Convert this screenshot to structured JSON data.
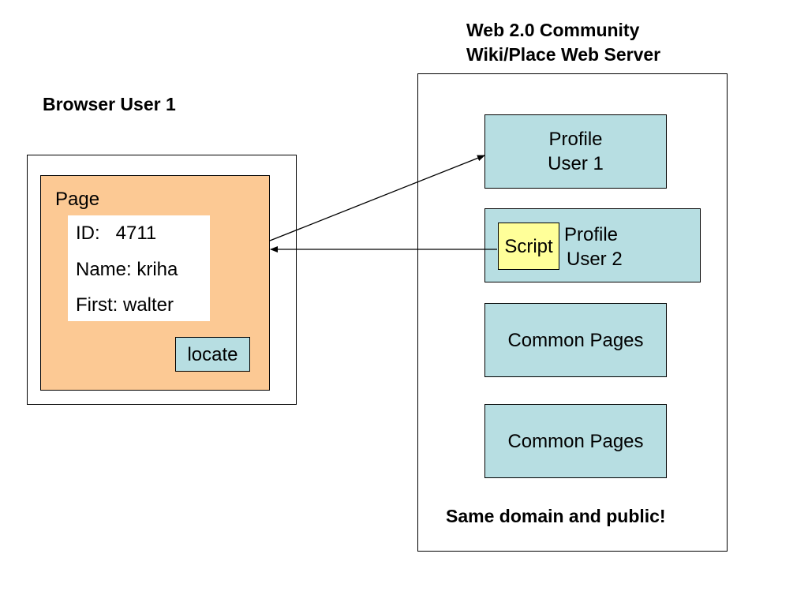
{
  "browser": {
    "title": "Browser User 1",
    "page_label": "Page",
    "id_field": "ID:   4711",
    "name_field": "Name: kriha",
    "first_field": "First: walter",
    "locate_button": "locate"
  },
  "server": {
    "title_line1": "Web 2.0 Community",
    "title_line2": "Wiki/Place Web Server",
    "profile1_line1": "Profile",
    "profile1_line2": "User 1",
    "script_label": "Script",
    "profile2_line1": "Profile",
    "profile2_line2": "User 2",
    "common_pages_1": "Common Pages",
    "common_pages_2": "Common Pages",
    "footer": "Same domain and public!"
  },
  "colors": {
    "page_fill": "#fcc994",
    "teal_fill": "#b7dee2",
    "script_fill": "#ffff99"
  }
}
